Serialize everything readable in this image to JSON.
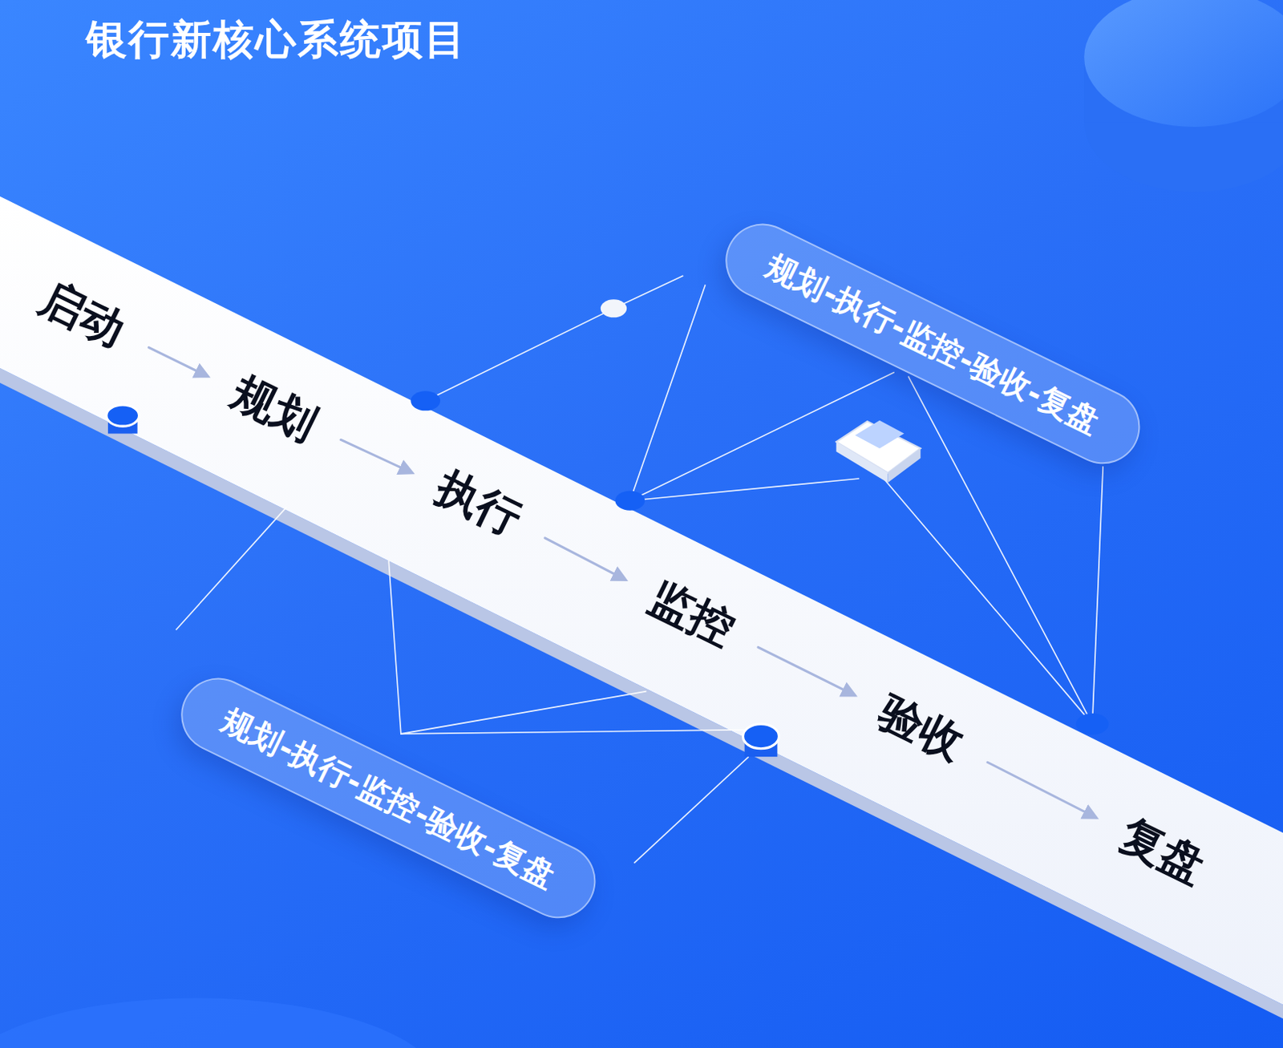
{
  "diagram": {
    "title": "银行新核心系统项目",
    "nodes": [
      {
        "text": [
          "启动"
        ]
      },
      {
        "text": [
          "规划"
        ]
      },
      {
        "text": [
          "执行"
        ]
      },
      {
        "text": [
          "监控"
        ]
      },
      {
        "text": [
          "验收"
        ]
      },
      {
        "text": [
          "复盘"
        ]
      },
      {
        "text": [
          "规划-执行-监控-验收-复盘"
        ]
      },
      {
        "text": [
          "规划-执行-监控-验收-复盘"
        ]
      }
    ],
    "edges": [
      {
        "from": 0,
        "to": 1,
        "arrow": "to"
      },
      {
        "from": 1,
        "to": 2,
        "arrow": "to"
      },
      {
        "from": 2,
        "to": 3,
        "arrow": "to"
      },
      {
        "from": 3,
        "to": 4,
        "arrow": "to"
      },
      {
        "from": 4,
        "to": 5,
        "arrow": "to"
      }
    ]
  }
}
